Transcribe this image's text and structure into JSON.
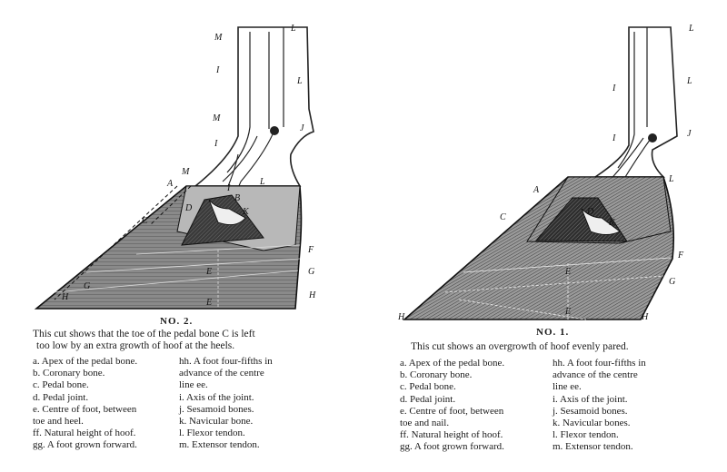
{
  "left_figure": {
    "number": "NO. 2.",
    "caption_lines": [
      "This cut shows that the toe of  the pedal bone C is left",
      "too low by an extra growth of hoof at the heels."
    ],
    "letters": [
      "M",
      "L",
      "I",
      "L",
      "M",
      "J",
      "I",
      "M",
      "A",
      "L",
      "C",
      "D",
      "I",
      "B",
      "K",
      "F",
      "E",
      "G",
      "E",
      "H",
      "H",
      "G"
    ],
    "legend_left": [
      "a.  Apex of the pedal bone.",
      "b.  Coronary bone.",
      "c.  Pedal bone.",
      "d.  Pedal joint.",
      "e.  Centre of foot, between",
      "      toe and heel.",
      "ff.  Natural height of hoof.",
      "gg.  A foot grown forward."
    ],
    "legend_right": [
      "hh.  A  foot four-fifths  in",
      "       advance of the centre",
      "       line ee.",
      "i.  Axis of the joint.",
      "j.  Sesamoid bones.",
      "k.  Navicular bone.",
      "l.  Flexor tendon.",
      "m.  Extensor tendon."
    ]
  },
  "right_figure": {
    "number": "NO. 1.",
    "caption_lines": [
      "This cut shows an overgrowth of hoof evenly pared."
    ],
    "letters": [
      "L",
      "I",
      "L",
      "I",
      "J",
      "L",
      "A",
      "C",
      "D",
      "K",
      "F",
      "E",
      "G",
      "E",
      "H",
      "H"
    ],
    "legend_left": [
      "a.  Apex of the pedal bone.",
      "b.  Coronary bone.",
      "c.  Pedal bone.",
      "d.  Pedal joint.",
      "e.  Centre of foot, between",
      "      toe and nail.",
      "ff.  Natural height of hoof.",
      "gg.  A foot grown forward."
    ],
    "legend_right": [
      "hh.  A  foot four-fifths  in",
      "       advance of the centre",
      "       line ee.",
      "i.  Axis of the joint.",
      "j.  Sesamoid bones.",
      "k.  Navicular bones.",
      "l.  Flexor tendon.",
      "m.  Extensor tendon."
    ]
  }
}
